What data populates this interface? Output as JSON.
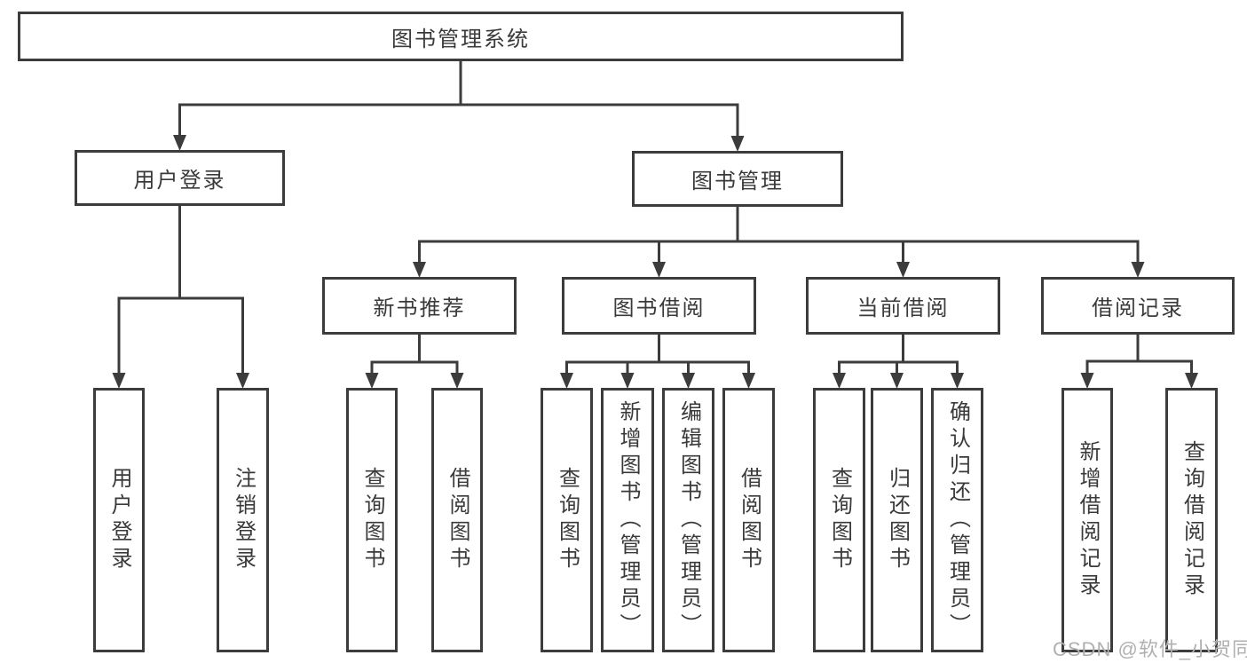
{
  "diagram": {
    "type": "hierarchy-tree",
    "colors": {
      "line": "#3c3c3c",
      "box_border": "#3c3c3c",
      "text": "#3a3a3a",
      "watermark": "#b0b0b0",
      "background": "#ffffff"
    },
    "watermark": {
      "text": "CSDN @软件_小贺同学"
    },
    "tree": {
      "root": {
        "label": "图书管理系统",
        "children": [
          {
            "label": "用户登录",
            "children": [
              {
                "label": "用户登录"
              },
              {
                "label": "注销登录"
              }
            ]
          },
          {
            "label": "图书管理",
            "children": [
              {
                "label": "新书推荐",
                "children": [
                  {
                    "label": "查询图书"
                  },
                  {
                    "label": "借阅图书"
                  }
                ]
              },
              {
                "label": "图书借阅",
                "children": [
                  {
                    "label": "查询图书"
                  },
                  {
                    "label": "新增图书（管理员）"
                  },
                  {
                    "label": "编辑图书（管理员）"
                  },
                  {
                    "label": "借阅图书"
                  }
                ]
              },
              {
                "label": "当前借阅",
                "children": [
                  {
                    "label": "查询图书"
                  },
                  {
                    "label": "归还图书"
                  },
                  {
                    "label": "确认归还（管理员）"
                  }
                ]
              },
              {
                "label": "借阅记录",
                "children": [
                  {
                    "label": "新增借阅记录"
                  },
                  {
                    "label": "查询借阅记录"
                  }
                ]
              }
            ]
          }
        ]
      }
    }
  }
}
